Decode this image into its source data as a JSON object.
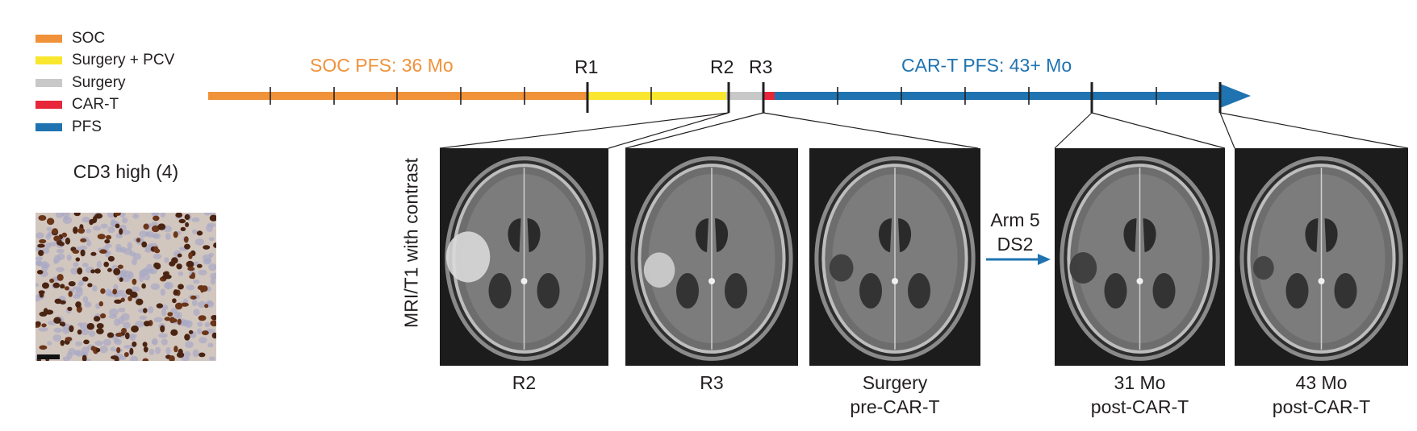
{
  "legend": {
    "items": [
      {
        "label": "SOC",
        "color": "#f0923a"
      },
      {
        "label": "Surgery + PCV",
        "color": "#f9e72f"
      },
      {
        "label": "Surgery",
        "color": "#c8c8c8"
      },
      {
        "label": "CAR-T",
        "color": "#e8263a"
      },
      {
        "label": "PFS",
        "color": "#1f73b0"
      }
    ]
  },
  "ihc": {
    "title": "CD3 high (4)"
  },
  "timeline": {
    "soc_pfs_label": "SOC PFS: 36 Mo",
    "cart_pfs_label": "CAR-T PFS: 43+ Mo",
    "markers": [
      "R1",
      "R2",
      "R3"
    ],
    "soc_color": "#f0923a",
    "cart_color": "#1f73b0"
  },
  "mri": {
    "axis_label": "MRI/T1 with contrast",
    "treatment_label": [
      "Arm 5",
      "DS2"
    ],
    "scans": [
      {
        "label": [
          "R2"
        ]
      },
      {
        "label": [
          "R3"
        ]
      },
      {
        "label": [
          "Surgery",
          "pre-CAR-T"
        ]
      },
      {
        "label": [
          "31 Mo",
          "post-CAR-T"
        ]
      },
      {
        "label": [
          "43 Mo",
          "post-CAR-T"
        ]
      }
    ]
  }
}
